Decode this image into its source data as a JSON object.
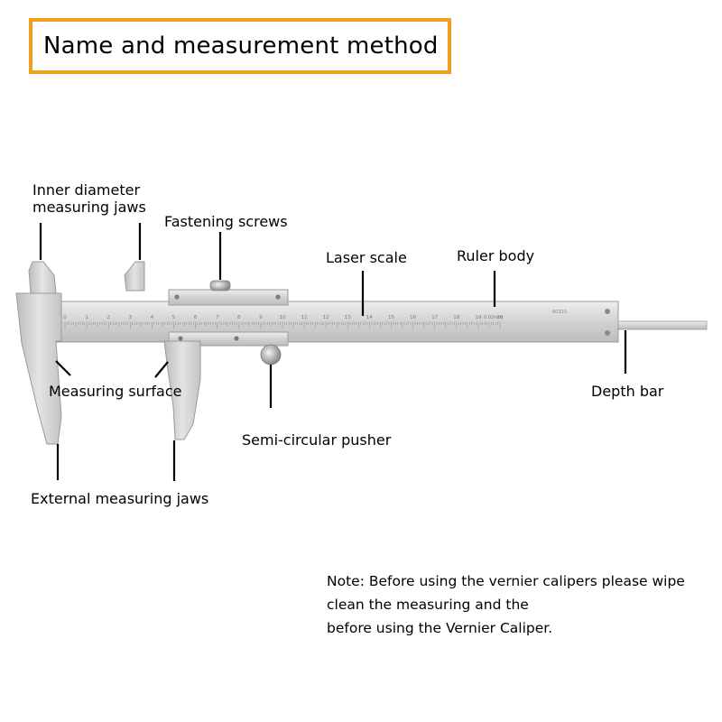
{
  "title": "Name and measurement method",
  "labels": {
    "inner_jaws_line1": "Inner diameter",
    "inner_jaws_line2": "measuring jaws",
    "fastening_screws": "Fastening screws",
    "laser_scale": "Laser scale",
    "ruler_body": "Ruler body",
    "measuring_surface": "Measuring surface",
    "depth_bar": "Depth bar",
    "semi_circular_pusher": "Semi-circular pusher",
    "external_jaws": "External measuring jaws"
  },
  "scale": {
    "ticks": [
      "0",
      "1",
      "2",
      "3",
      "4",
      "5",
      "6",
      "7",
      "8",
      "9",
      "10",
      "11",
      "12",
      "13",
      "14",
      "15",
      "16",
      "17",
      "18",
      "19",
      "20"
    ],
    "spec": "0.02mm",
    "serial": "60310"
  },
  "note": {
    "line1": "Note: Before using the vernier calipers please wipe",
    "line2": "clean the measuring and the",
    "line3": "before using the Vernier Caliper."
  },
  "colors": {
    "title_border": "#f0a020",
    "steel": "#d4d4d4",
    "steel_dark": "#a9a9a9"
  }
}
